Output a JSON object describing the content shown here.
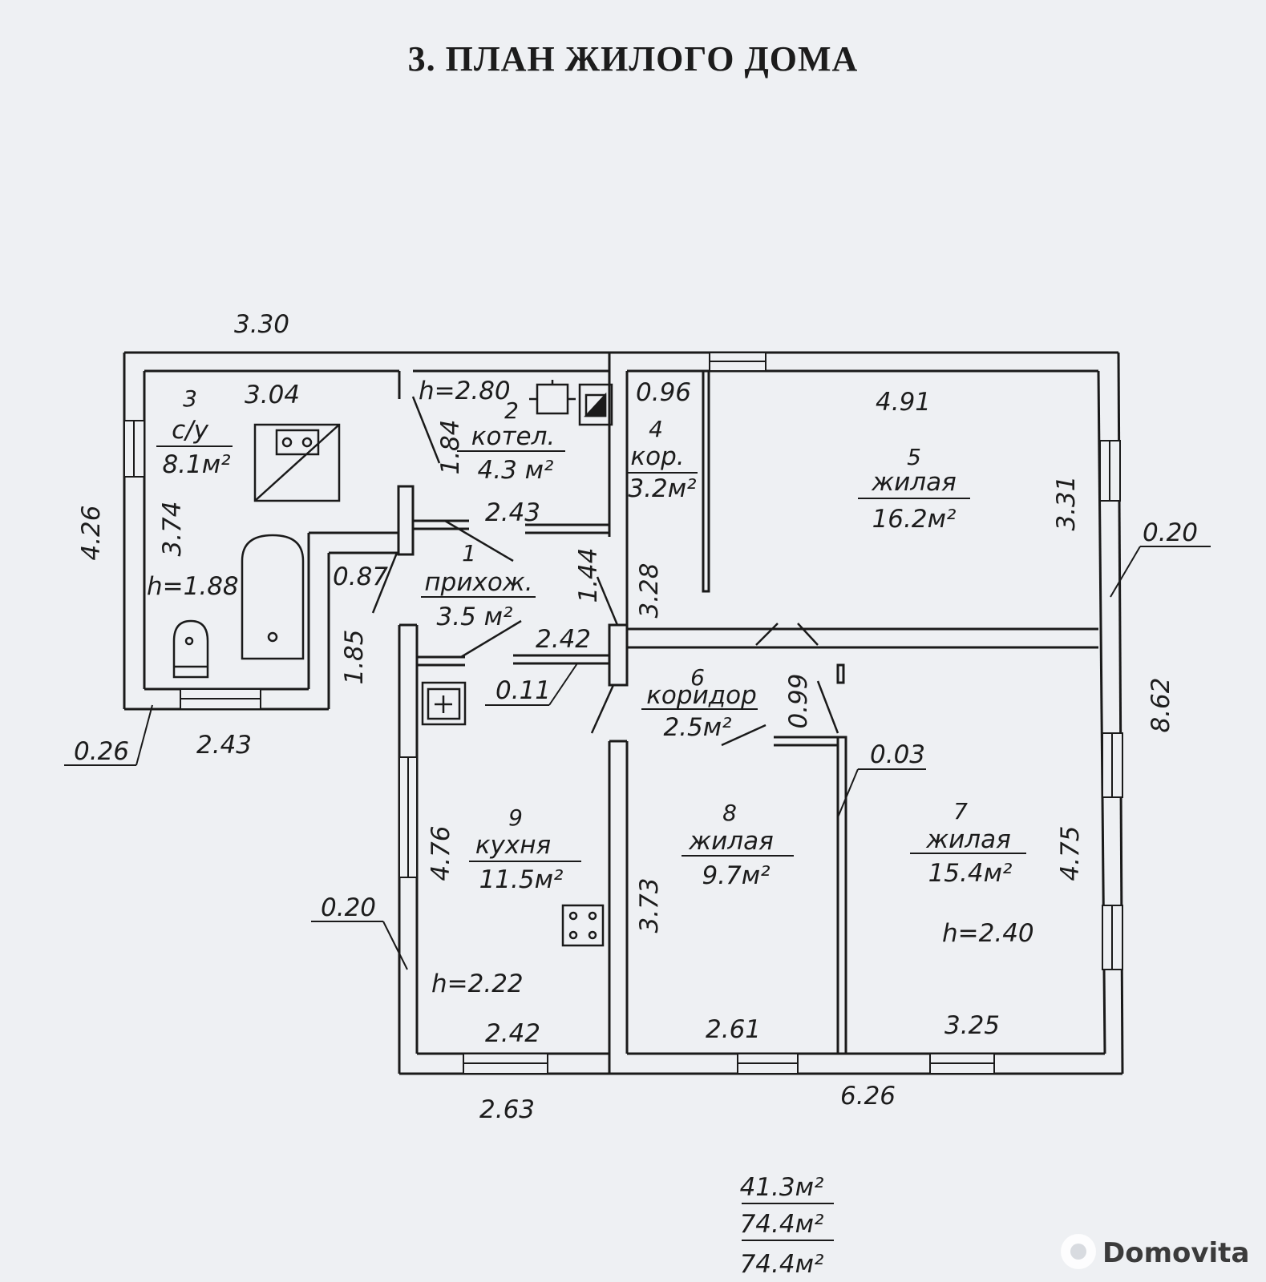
{
  "title": "3. ПЛАН ЖИЛОГО ДОМА",
  "rooms": [
    {
      "num": "1",
      "name": "прихож.",
      "area": "3.5 м²"
    },
    {
      "num": "2",
      "name": "котел.",
      "area": "4.3 м²"
    },
    {
      "num": "3",
      "name": "с/у",
      "area": "8.1м²"
    },
    {
      "num": "4",
      "name": "кор.",
      "area": "3.2м²"
    },
    {
      "num": "5",
      "name": "жилая",
      "area": "16.2м²"
    },
    {
      "num": "6",
      "name": "коридор",
      "area": "2.5м²"
    },
    {
      "num": "7",
      "name": "жилая",
      "area": "15.4м²"
    },
    {
      "num": "8",
      "name": "жилая",
      "area": "9.7м²"
    },
    {
      "num": "9",
      "name": "кухня",
      "area": "11.5м²"
    }
  ],
  "heights": [
    "h=2.80",
    "h=1.88",
    "h=2.22",
    "h=2.40"
  ],
  "dimensions": {
    "d330": "3.30",
    "d304": "3.04",
    "d096": "0.96",
    "d491": "4.91",
    "d426": "4.26",
    "d374": "3.74",
    "d184": "1.84",
    "d243a": "2.43",
    "d331": "3.31",
    "d020a": "0.20",
    "d087": "0.87",
    "d144": "1.44",
    "d328": "3.28",
    "d185": "1.85",
    "d242a": "2.42",
    "d011": "0.11",
    "d099": "0.99",
    "d026": "0.26",
    "d243b": "2.43",
    "d003": "0.03",
    "d862": "8.62",
    "d476": "4.76",
    "d020b": "0.20",
    "d373": "3.73",
    "d475": "4.75",
    "d242b": "2.42",
    "d261": "2.61",
    "d325": "3.25",
    "d263": "2.63",
    "d626": "6.26"
  },
  "totals": [
    "41.3м²",
    "74.4м²",
    "74.4м²"
  ],
  "watermark": "Domovita"
}
